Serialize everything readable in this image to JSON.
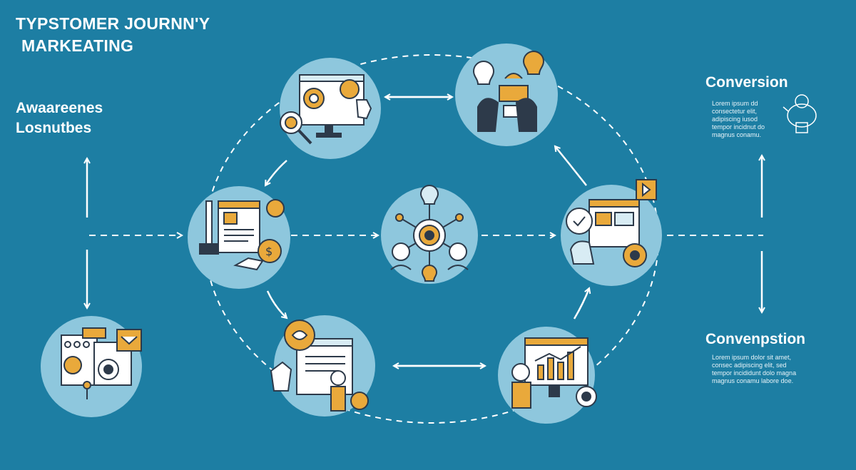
{
  "header": {
    "title_line1": "TYPSTOMER JOURNN'Y",
    "title_line2": "MARKEATING"
  },
  "left": {
    "label_line1": "Awaareenes",
    "label_line2": "Losnutbes"
  },
  "right_top": {
    "title": "Conversion",
    "lines": [
      "Lorem ipsum dd",
      "consectetur elit,",
      "adipiscing iusod",
      "tempor incidnut do",
      "magnus conamu."
    ]
  },
  "right_bottom": {
    "title": "Convenpstion",
    "lines": [
      "Lorem ipsum dolor sit amet,",
      "consec adipiscing elit, sed",
      "tempor incididunt dolo magna",
      "magnus conamu labore doe."
    ]
  },
  "nodes": [
    {
      "id": "center-hub",
      "icon": "hub-network-icon"
    },
    {
      "id": "left-node",
      "icon": "document-lightbulb-icon"
    },
    {
      "id": "top-left-node",
      "icon": "monitor-target-icon"
    },
    {
      "id": "top-right-node",
      "icon": "idea-team-icon"
    },
    {
      "id": "right-node",
      "icon": "browser-gear-icon"
    },
    {
      "id": "bottom-left-node",
      "icon": "document-hand-icon"
    },
    {
      "id": "bottom-right-node",
      "icon": "analytics-person-icon"
    },
    {
      "id": "far-left-node",
      "icon": "content-cards-icon"
    }
  ],
  "colors": {
    "background": "#1d7ea3",
    "circle": "#8ec7dd",
    "accent": "#e9a93b",
    "line": "#ffffff",
    "ink": "#2d3a4a"
  }
}
